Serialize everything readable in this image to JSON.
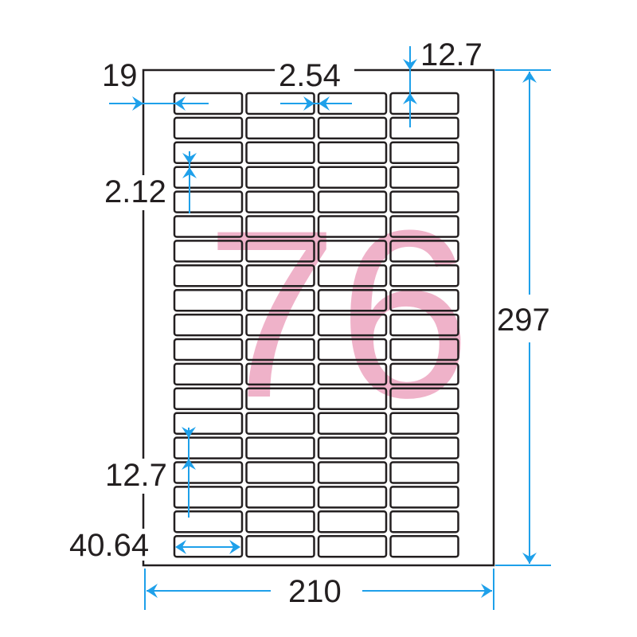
{
  "sheet": {
    "label_count": "76",
    "columns": 4,
    "rows": 19
  },
  "dimensions": {
    "left_margin": "19",
    "column_gap": "2.54",
    "top_margin": "12.7",
    "row_gap": "2.12",
    "label_height": "12.7",
    "label_width": "40.64",
    "sheet_width": "210",
    "sheet_height": "297"
  },
  "colors": {
    "arrow": "#1ea0ea",
    "count": "#efb2c9",
    "outline": "#231f20"
  }
}
